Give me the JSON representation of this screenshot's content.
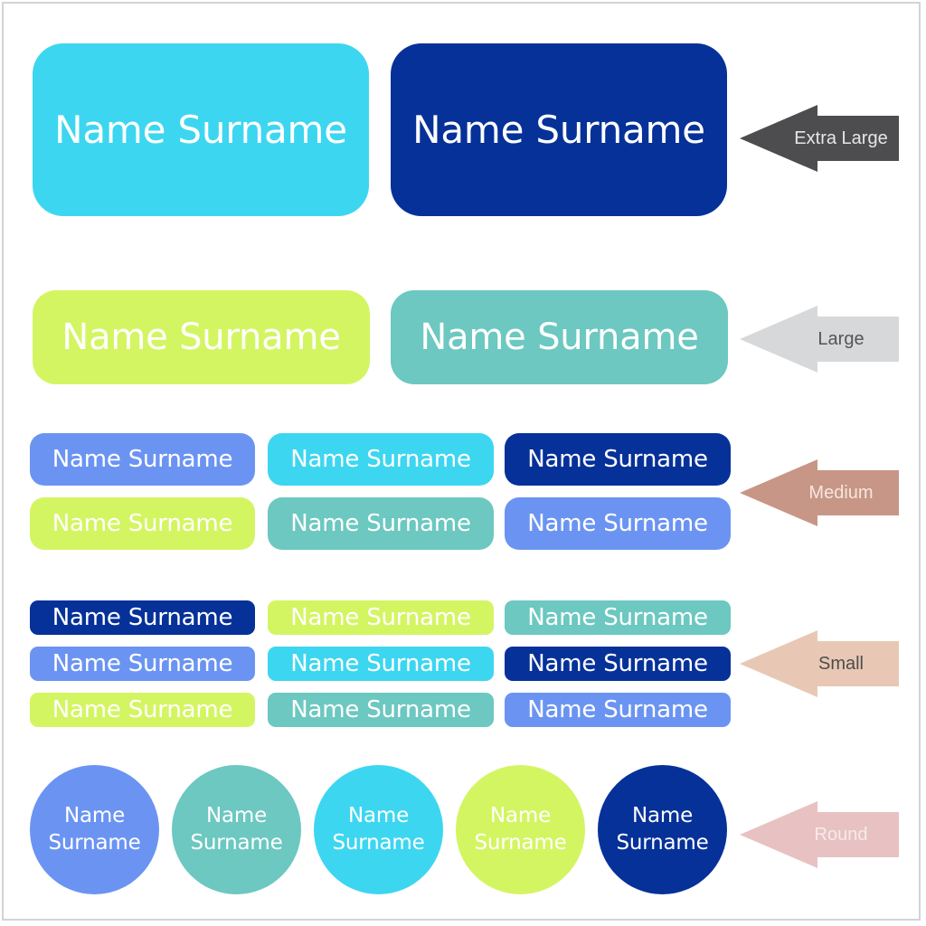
{
  "label_text": "Name Surname",
  "round_first": "Name",
  "round_second": "Surname",
  "colors": {
    "cyan": "#3dd6f0",
    "navy": "#063199",
    "lime": "#d4f562",
    "teal": "#6cc8c0",
    "periwinkle": "#6b94f2",
    "text": "#ffffff"
  },
  "sizes": {
    "extra_large": {
      "caption": "Extra Large",
      "arrow_color": "#4d4d4f",
      "caption_color": "#e6e6e6"
    },
    "large": {
      "caption": "Large",
      "arrow_color": "#d7d8da",
      "caption_color": "#555555"
    },
    "medium": {
      "caption": "Medium",
      "arrow_color": "#c89686",
      "caption_color": "#f4e6e0"
    },
    "small": {
      "caption": "Small",
      "arrow_color": "#e8c8b4",
      "caption_color": "#4d4d4d"
    },
    "round": {
      "caption": "Round",
      "arrow_color": "#e8c2c2",
      "caption_color": "#f7eaea"
    }
  }
}
